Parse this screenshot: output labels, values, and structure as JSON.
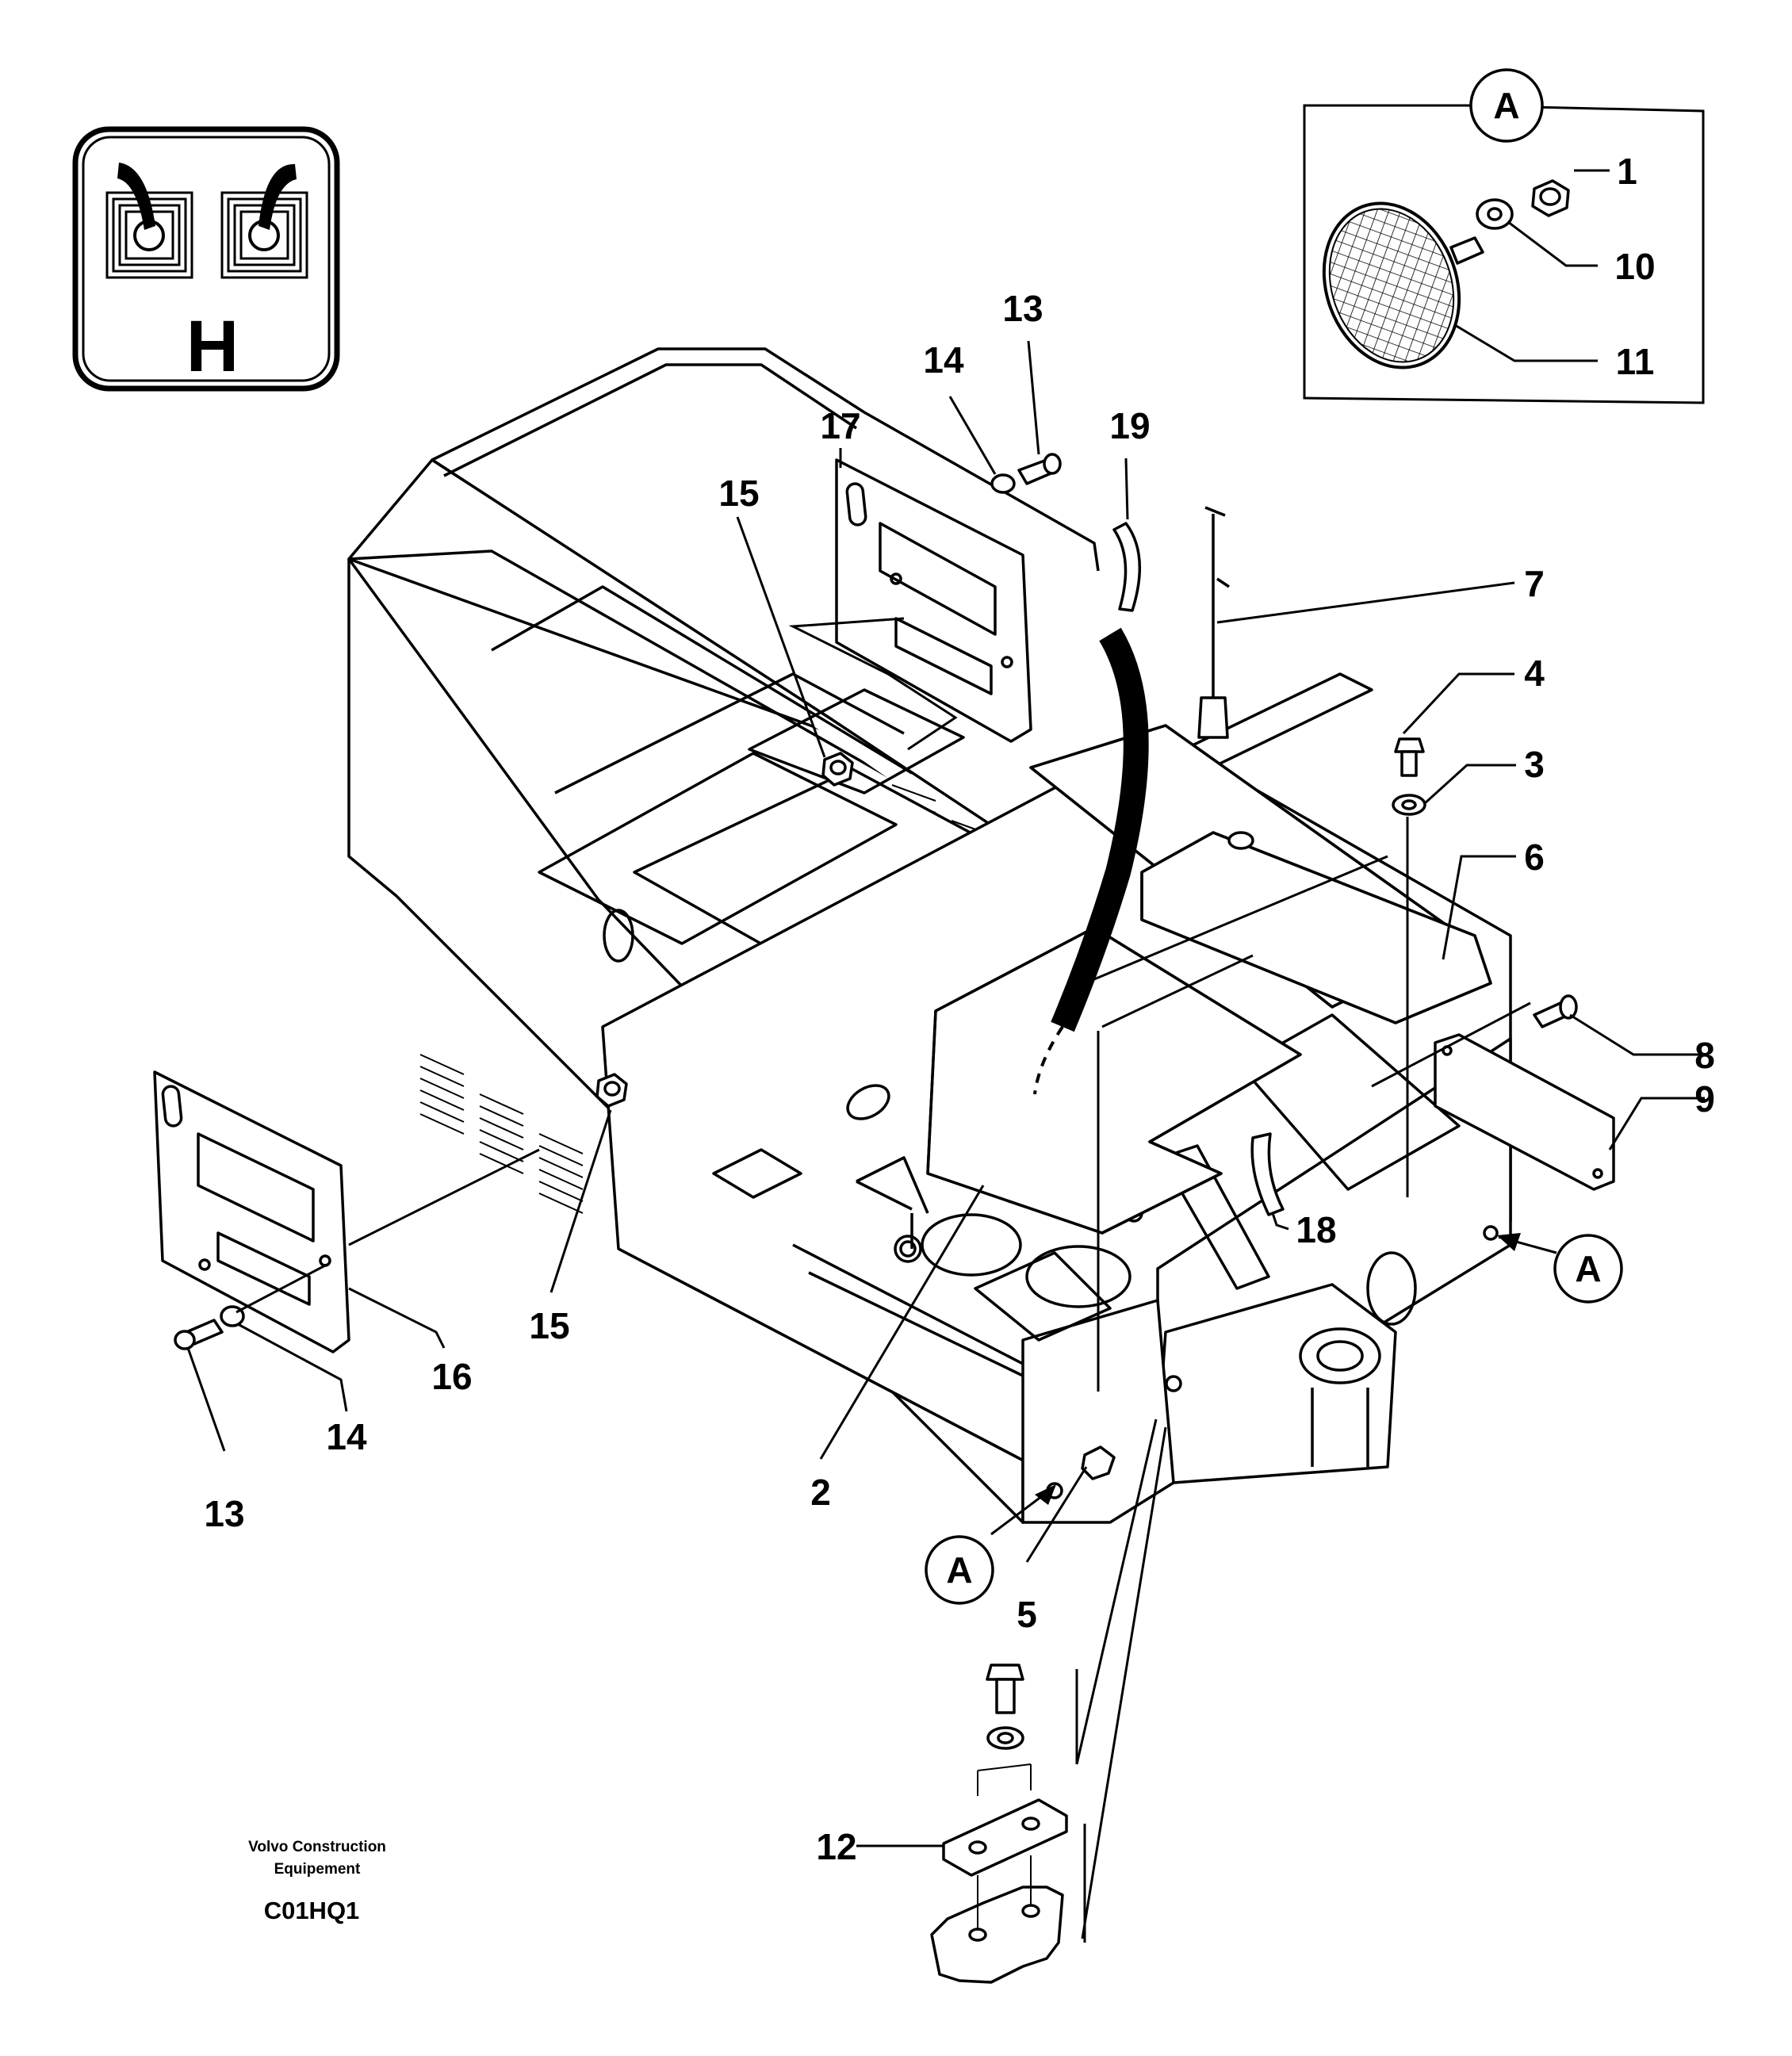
{
  "icon": {
    "letter": "H"
  },
  "detail": {
    "marker": "A"
  },
  "callouts": {
    "c1": "1",
    "c10": "10",
    "c11": "11",
    "c13a": "13",
    "c14a": "14",
    "c17": "17",
    "c19": "19",
    "c15a": "15",
    "c7": "7",
    "c4": "4",
    "c3": "3",
    "c6": "6",
    "c8": "8",
    "c9": "9",
    "c18": "18",
    "c15b": "15",
    "c16": "16",
    "c14b": "14",
    "c13b": "13",
    "c2": "2",
    "c5": "5",
    "c12": "12"
  },
  "refs": {
    "a1": "A",
    "a2": "A"
  },
  "footer": {
    "line1": "Volvo Construction",
    "line2": "Equipement",
    "code": "C01HQ1"
  },
  "colors": {
    "ink": "#000000",
    "paper": "#ffffff"
  }
}
